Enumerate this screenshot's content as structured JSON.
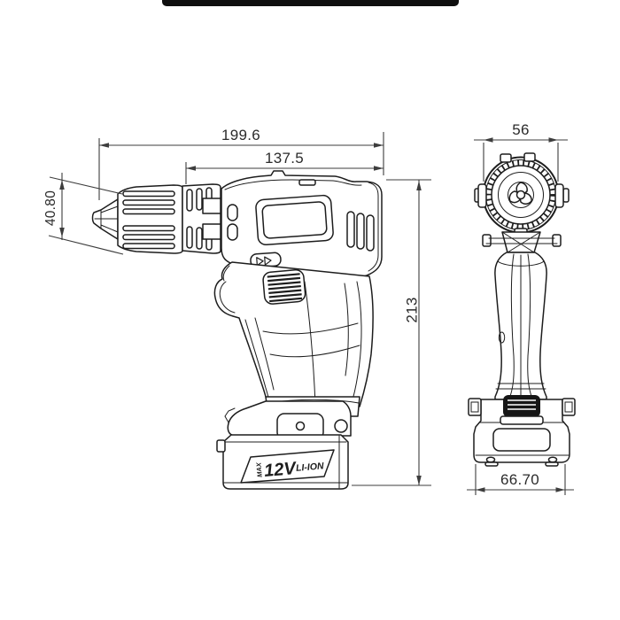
{
  "colors": {
    "background": "#ffffff",
    "line": "#1d1d1d",
    "dimension_line": "#3d3d3d",
    "dimension_text": "#2b2b2b",
    "top_bar": "#0f0f0f",
    "battery_latch": "#161616"
  },
  "top_bar": {
    "visible": true
  },
  "side_view": {
    "dimensions": {
      "overall_length": "199.6",
      "body_length": "137.5",
      "nose_height": "40.80",
      "overall_height": "213"
    },
    "battery_label": {
      "max": "MAX",
      "voltage": "12V",
      "chemistry": "LI-ION"
    },
    "icons": {
      "direction_switch": "forward-reverse-double-arrow"
    }
  },
  "front_view": {
    "dimensions": {
      "head_width": "56",
      "battery_width": "66.70"
    }
  }
}
